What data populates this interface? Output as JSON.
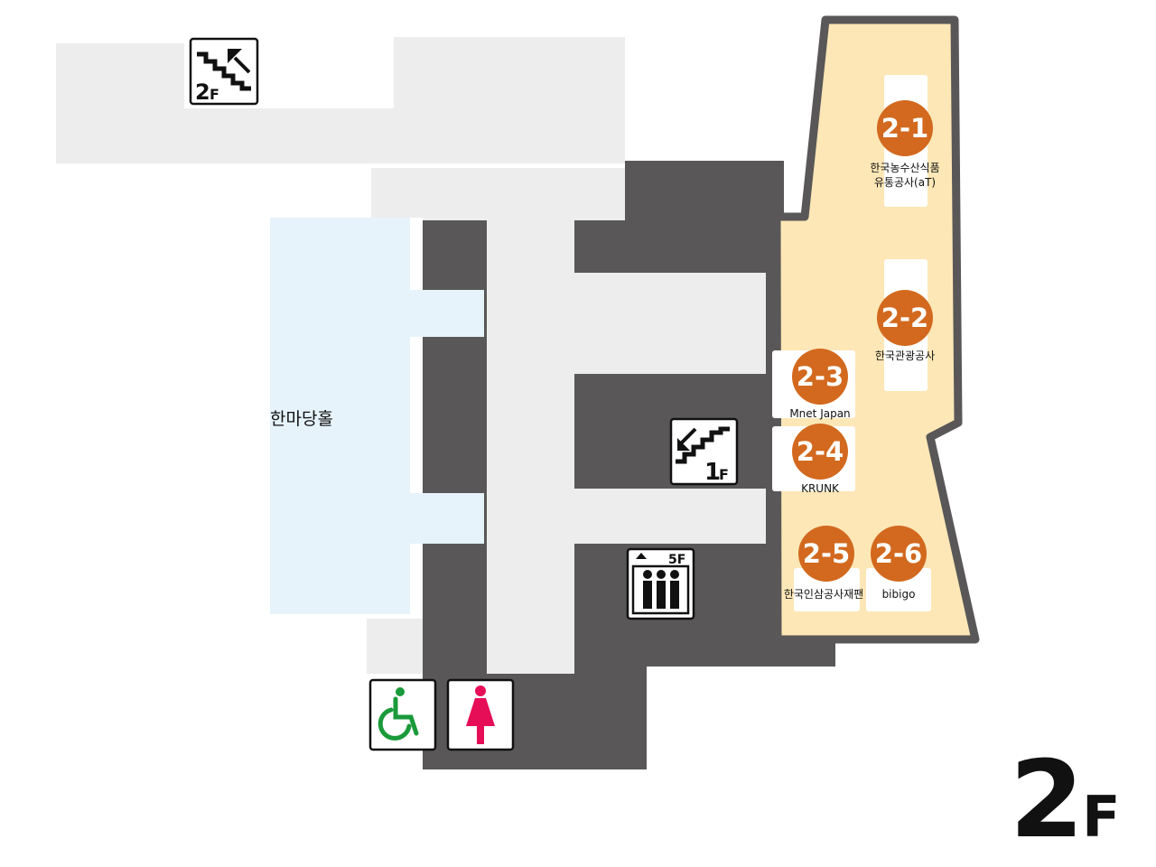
{
  "floor": {
    "number": "2",
    "suffix": "F"
  },
  "hall": {
    "label": "한마당홀"
  },
  "colors": {
    "corridor": "#eeedee",
    "structure": "#595757",
    "hall": "#e6f3fb",
    "exhibit_area": "#fde7b6",
    "exhibit_border": "#595757",
    "booth_circle": "#d2691e",
    "wheelchair": "#1a9a3a",
    "restroom_female": "#e60e57"
  },
  "booths": [
    {
      "id": "2-1",
      "label_lines": [
        "한국농수산식품",
        "유통공사(aT)"
      ]
    },
    {
      "id": "2-2",
      "label_lines": [
        "한국관광공사"
      ]
    },
    {
      "id": "2-3",
      "label_lines": [
        "Mnet Japan"
      ]
    },
    {
      "id": "2-4",
      "label_lines": [
        "KRUNK"
      ]
    },
    {
      "id": "2-5",
      "label_lines": [
        "한국인삼공사재팬"
      ]
    },
    {
      "id": "2-6",
      "label_lines": [
        "bibigo"
      ]
    }
  ],
  "icons": {
    "stairs_up": {
      "name": "stairs-up-icon",
      "floor": "2",
      "suffix": "F"
    },
    "stairs_down": {
      "name": "stairs-down-icon",
      "floor": "1",
      "suffix": "F"
    },
    "elevator": {
      "name": "elevator-icon",
      "floor": "5F"
    },
    "wheelchair": {
      "name": "wheelchair-restroom-icon"
    },
    "restroom": {
      "name": "female-restroom-icon"
    }
  }
}
